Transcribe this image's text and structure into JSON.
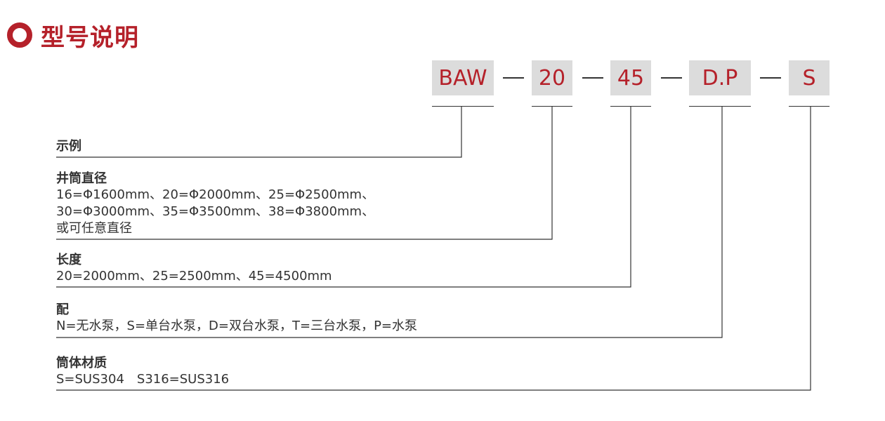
{
  "heading": {
    "title": "型号说明"
  },
  "code": {
    "segments": [
      "BAW",
      "20",
      "45",
      "D.P",
      "S"
    ]
  },
  "sections": [
    {
      "title": "示例",
      "lines": []
    },
    {
      "title": "井筒直径",
      "lines": [
        "16=Φ1600mm、20=Φ2000mm、25=Φ2500mm、",
        "30=Φ3000mm、35=Φ3500mm、38=Φ3800mm、",
        "或可任意直径"
      ]
    },
    {
      "title": "长度",
      "lines": [
        "20=2000mm、25=2500mm、45=4500mm"
      ]
    },
    {
      "title": "配",
      "lines": [
        "N=无水泵，S=单台水泵，D=双台水泵，T=三台水泵，P=水泵"
      ]
    },
    {
      "title": "筒体材质",
      "lines": [
        "S=SUS304　S316=SUS316"
      ]
    }
  ],
  "colors": {
    "accent": "#b5212a",
    "box": "#dcdcdc",
    "line": "#333333"
  }
}
